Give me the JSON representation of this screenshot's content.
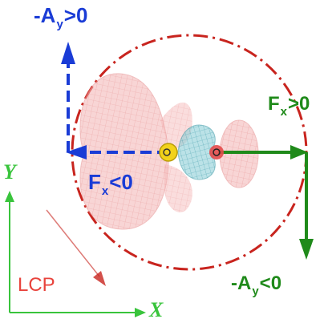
{
  "labels": {
    "neg_ay_pos": {
      "prefix": "-A",
      "sub": "y",
      "suffix": ">0"
    },
    "fx_pos": {
      "prefix": "F",
      "sub": "x",
      "suffix": ">0"
    },
    "fx_neg": {
      "prefix": "F",
      "sub": "x",
      "suffix": "<0"
    },
    "neg_ay_neg": {
      "prefix": "-A",
      "sub": "y",
      "suffix": "<0"
    },
    "frame": "LCP",
    "axis_x": "X",
    "axis_y": "Y"
  },
  "colors": {
    "blue_arrow": "#1a3cd6",
    "green_arrow": "#1f8a1a",
    "circle": "#c8241e",
    "frame_axes": "#39c43c",
    "lcp_text": "#e8433c",
    "lcp_arrow": "#c8241e",
    "lobe_pink": "#f4a8a8",
    "lobe_cyan": "#5fb8c4",
    "atom_yellow": "#f2d21a"
  },
  "icons": {
    "atom_left": "yellow-atom",
    "atom_right": "red-atom"
  }
}
